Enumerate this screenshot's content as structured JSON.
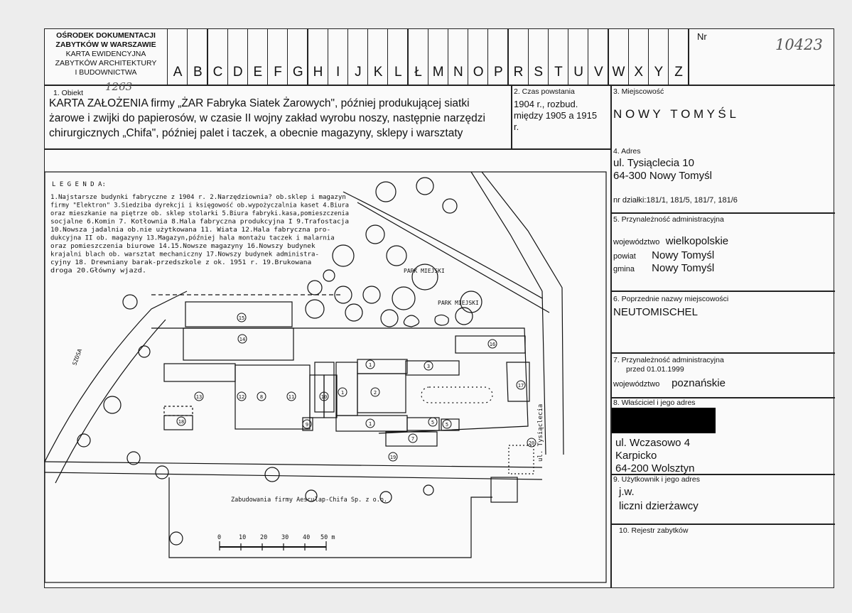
{
  "institution": {
    "line1": "OŚRODEK DOKUMENTACJI",
    "line2": "ZABYTKÓW W WARSZAWIE",
    "line3": "KARTA EWIDENCYJNA",
    "line4": "ZABYTKÓW ARCHITEKTURY",
    "line5": "I BUDOWNICTWA"
  },
  "letters": [
    "A",
    "B",
    "C",
    "D",
    "E",
    "F",
    "G",
    "H",
    "I",
    "J",
    "K",
    "L",
    "Ł",
    "M",
    "N",
    "O",
    "P",
    "R",
    "S",
    "T",
    "U",
    "V",
    "W",
    "X",
    "Y",
    "Z"
  ],
  "nr": {
    "label": "Nr",
    "value": "10423"
  },
  "obiekt": {
    "label": "1.   Obiekt",
    "handwritten": "1263",
    "line1": "KARTA ZAŁOŻENIA  firmy „ŻAR  Fabryka Siatek Żarowych\", później produkującej siatki",
    "line2": "żarowe i zwijki do papierosów, w czasie II wojny zakład wyrobu noszy, następnie narzędzi",
    "line3": "chirurgicznych „Chifa\", później palet i taczek, a obecnie magazyny, sklepy i warsztaty"
  },
  "czas": {
    "label": "2. Czas powstania",
    "line1": "1904 r., rozbud.",
    "line2": "między 1905 a 1915",
    "line3": "r."
  },
  "miejscowosc": {
    "label": "3. Miejscowość",
    "value": "N O W Y   T O M Y Ś L"
  },
  "adres": {
    "label": "4. Adres",
    "line1": "ul. Tysiąclecia 10",
    "line2": "64-300 Nowy Tomyśl",
    "dzialki": "nr działki:181/1, 181/5, 181/7, 181/6"
  },
  "przynaleznosc": {
    "label": "5. Przynależność administracyjna",
    "woj_label": "województwo",
    "woj_value": "wielkopolskie",
    "powiat_label": "powiat",
    "powiat_value": "Nowy Tomyśl",
    "gmina_label": "gmina",
    "gmina_value": "Nowy Tomyśl"
  },
  "poprzednie": {
    "label": "6. Poprzednie nazwy miejscowości",
    "value": "NEUTOMISCHEL"
  },
  "przynaleznosc_old": {
    "label1": "7. Przynależność administracyjna",
    "label2": "przed 01.01.1999",
    "woj_label": "województwo",
    "woj_value": "poznańskie"
  },
  "wlasciciel": {
    "label": "8. Właściciel i jego adres",
    "line1": "ul. Wczasowo 4",
    "line2": "Karpicko",
    "line3": "64-200 Wolsztyn"
  },
  "uzytkownik": {
    "label": "9. Użytkownik i jego adres",
    "line1": "j.w.",
    "line2": "liczni dzierżawcy"
  },
  "rejestr": {
    "label": "10. Rejestr zabytków"
  },
  "map": {
    "legend_title": "L E G E N D A:",
    "legend_lines": [
      "1.Najstarsze budynki fabryczne z 1904 r.  2.Narzędziownia? ob.sklep i magazyn",
      "firmy \"Elektron\"  3.Siedziba dyrekcji i księgowość ob.wypożyczalnia kaset 4.Biura",
      "oraz mieszkanie na piętrze ob. sklep stolarki  5.Biura fabryki.kasa,pomieszczenia",
      "socjalne  6.Komin     7. Kotłownia  8.Hala fabryczna produkcyjna I   9.Trafostacja",
      "10.Nowsza jadalnia ob.nie użytkowana  11. Wiata    12.Hala fabryczna pro-",
      "dukcyjna II ob. magazyny 13.Magazyn,później hala montażu taczek i malarnia",
      "oraz pomieszczenia biurowe  14.15.Nowsze magazyny   16.Nowszy budynek",
      "krajalni blach ob. warsztat mechaniczny  17.Nowszy budynek administra-",
      "cyjny  18. Drewniany barak-przedszkole z ok. 1951 r.    19.Brukowana",
      "droga    20.Główny wjazd."
    ],
    "park1": "PARK  MIEJSKI",
    "park2": "PARK MIEJSKI",
    "street_left": "SZOSA",
    "street_right": "ul. Tysiąclecia",
    "aesculap": "Zabudowania firmy Aesculap-Chifa  Sp. z o.o.",
    "scale": [
      "0",
      "10",
      "20",
      "30",
      "40",
      "50 m"
    ],
    "numbers": [
      "1",
      "1",
      "1",
      "2",
      "3",
      "4",
      "5",
      "6",
      "7",
      "8",
      "9",
      "10",
      "11",
      "12",
      "13",
      "14",
      "15",
      "16",
      "17",
      "18",
      "19",
      "20"
    ]
  }
}
